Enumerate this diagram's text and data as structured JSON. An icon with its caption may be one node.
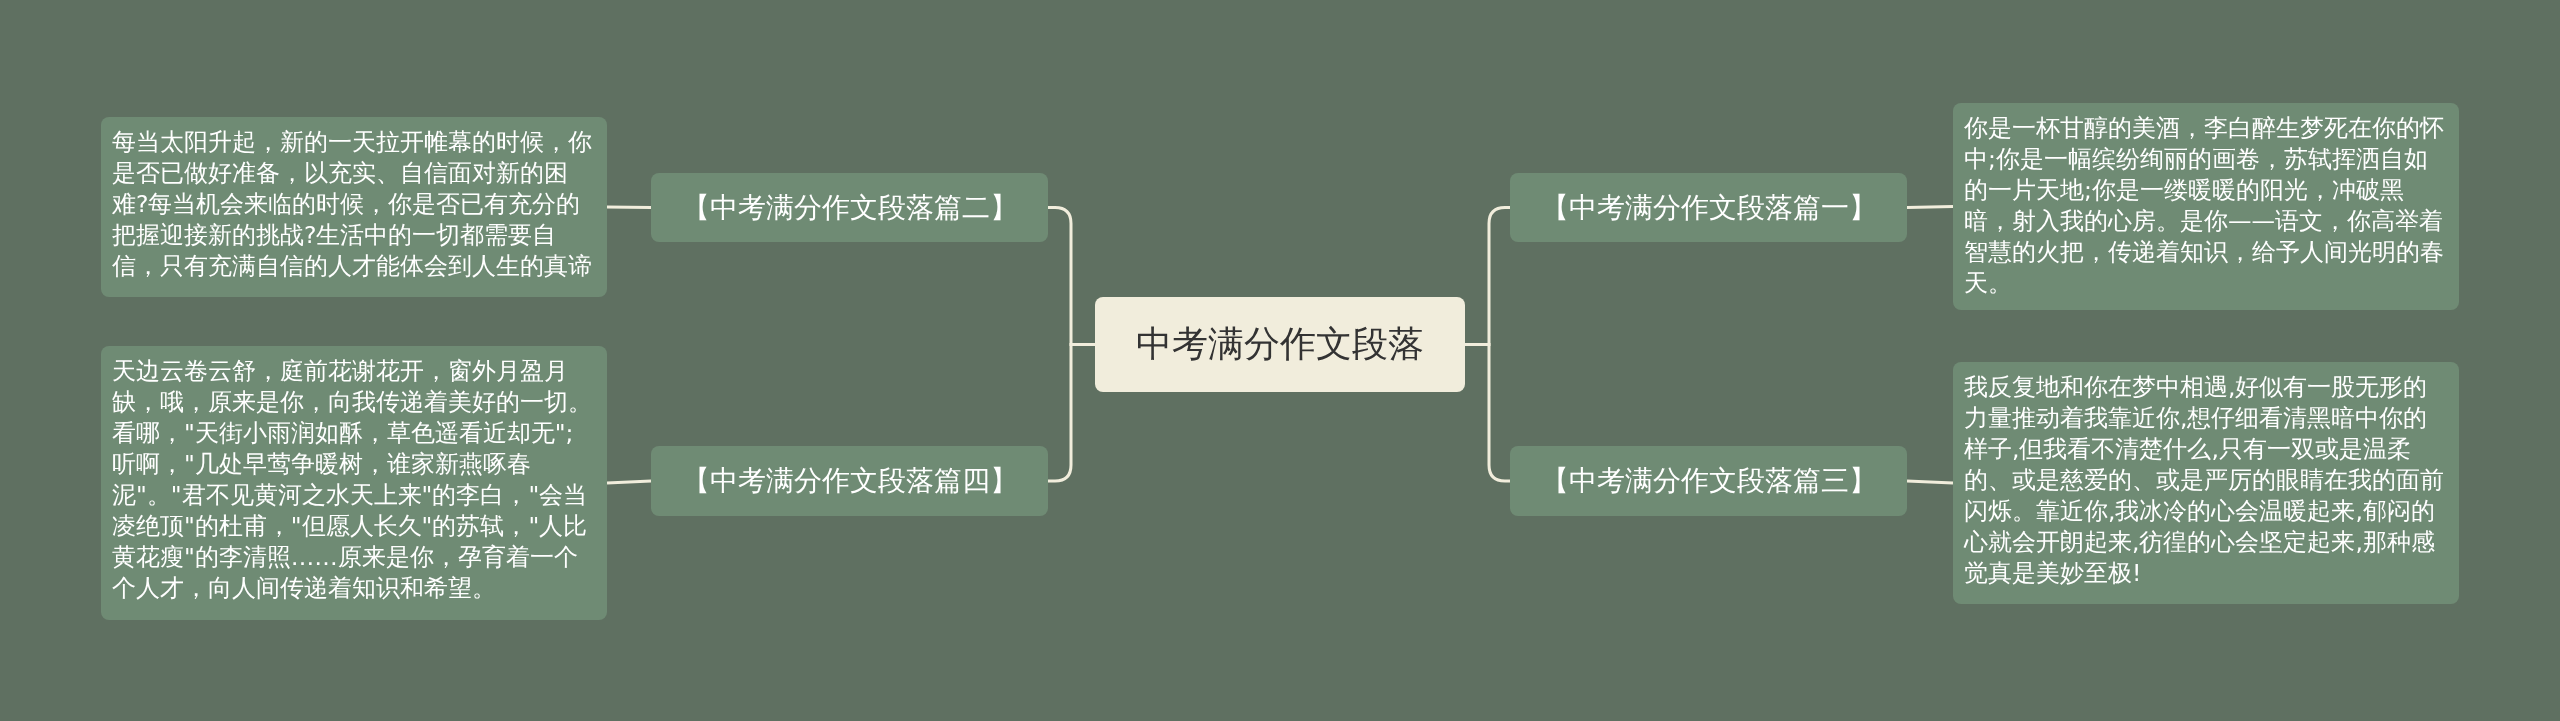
{
  "diagram": {
    "nodes": [
      {
        "text": [
          "中考满分作文段落"
        ]
      },
      {
        "text": [
          "【中考满分作文段落篇二】"
        ]
      },
      {
        "text": [
          "每当太阳升起，新的一天拉开帷幕的时候，你是否已做好准备，以充实、自信面对新的困难?每当机会来临的时候，你是否已有充分的把握迎接新的挑战?生活中的一切都需要自信，只有充满自信的人才能体会到人生的真谛"
        ]
      },
      {
        "text": [
          "【中考满分作文段落篇四】"
        ]
      },
      {
        "text": [
          "天边云卷云舒，庭前花谢花开，窗外月盈月缺，哦，原来是你，向我传递着美好的一切。看哪，\"天街小雨润如酥，草色遥看近却无\";听啊，\"几处早莺争暖树，谁家新燕啄春泥\"。\"君不见黄河之水天上来\"的李白，\"会当凌绝顶\"的杜甫，\"但愿人长久\"的苏轼，\"人比黄花瘦\"的李清照……原来是你，孕育着一个个人才，向人间传递着知识和希望。"
        ]
      },
      {
        "text": [
          "【中考满分作文段落篇一】"
        ]
      },
      {
        "text": [
          "你是一杯甘醇的美酒，李白醉生梦死在你的怀中;你是一幅缤纷绚丽的画卷，苏轼挥洒自如的一片天地;你是一缕暖暖的阳光，冲破黑暗，射入我的心房。是你——语文，你高举着智慧的火把，传递着知识，给予人间光明的春天。"
        ]
      },
      {
        "text": [
          "【中考满分作文段落篇三】"
        ]
      },
      {
        "text": [
          "我反复地和你在梦中相遇,好似有一股无形的力量推动着我靠近你,想仔细看清黑暗中你的样子,但我看不清楚什么,只有一双或是温柔的、或是慈爱的、或是严厉的眼睛在我的面前闪烁。靠近你,我冰冷的心会温暖起来,郁闷的心就会开朗起来,彷徨的心会坚定起来,那种感觉真是美妙至极!"
        ]
      }
    ],
    "edges": [
      {
        "from": 0,
        "to": 1,
        "arrow": "none"
      },
      {
        "from": 1,
        "to": 2,
        "arrow": "none"
      },
      {
        "from": 0,
        "to": 3,
        "arrow": "none"
      },
      {
        "from": 3,
        "to": 4,
        "arrow": "none"
      },
      {
        "from": 0,
        "to": 5,
        "arrow": "none"
      },
      {
        "from": 5,
        "to": 6,
        "arrow": "none"
      },
      {
        "from": 0,
        "to": 7,
        "arrow": "none"
      },
      {
        "from": 7,
        "to": 8,
        "arrow": "none"
      }
    ]
  }
}
